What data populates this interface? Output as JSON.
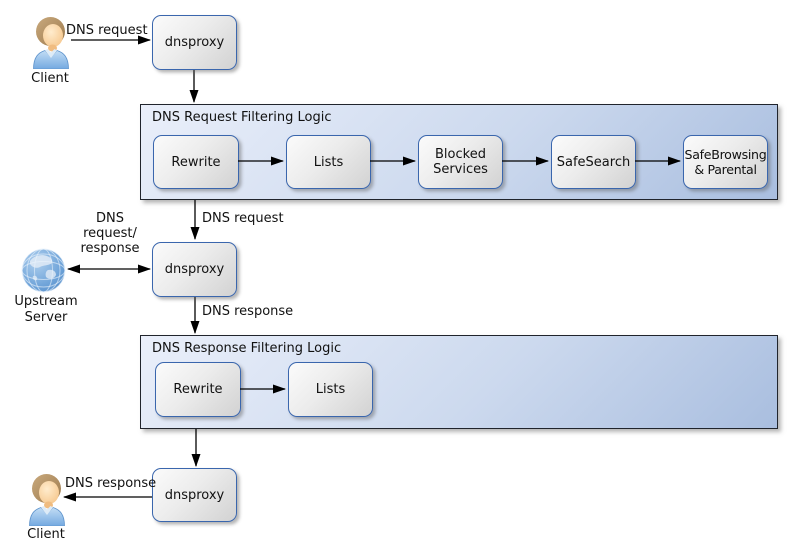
{
  "nodes": {
    "client_top": {
      "label": "Client"
    },
    "proxy_top": {
      "label": "dnsproxy"
    },
    "upstream_server": {
      "label": "Upstream\nServer"
    },
    "proxy_middle": {
      "label": "dnsproxy"
    },
    "proxy_bottom": {
      "label": "dnsproxy"
    },
    "client_bottom": {
      "label": "Client"
    }
  },
  "request_pipeline": {
    "title": "DNS Request Filtering Logic",
    "steps": [
      {
        "label": "Rewrite"
      },
      {
        "label": "Lists"
      },
      {
        "label": "Blocked\nServices"
      },
      {
        "label": "SafeSearch"
      },
      {
        "label": "SafeBrowsing\n& Parental"
      }
    ]
  },
  "response_pipeline": {
    "title": "DNS Response Filtering Logic",
    "steps": [
      {
        "label": "Rewrite"
      },
      {
        "label": "Lists"
      }
    ]
  },
  "edge_labels": {
    "client_to_proxy": "DNS request",
    "pipeline_to_proxy": "DNS request",
    "upstream_exchange": "DNS\nrequest/\nresponse",
    "proxy_to_pipeline": "DNS response",
    "proxy_to_client": "DNS response"
  },
  "colors": {
    "box-border": "#3a66ad",
    "box-fill-light": "#fbfbfb",
    "box-fill-dark": "#d2d2d2",
    "container-fill-light": "#eaeffa",
    "container-fill-dark": "#a9bedf",
    "container-border": "#20242c",
    "arrow": "#000000",
    "text": "#111111"
  }
}
